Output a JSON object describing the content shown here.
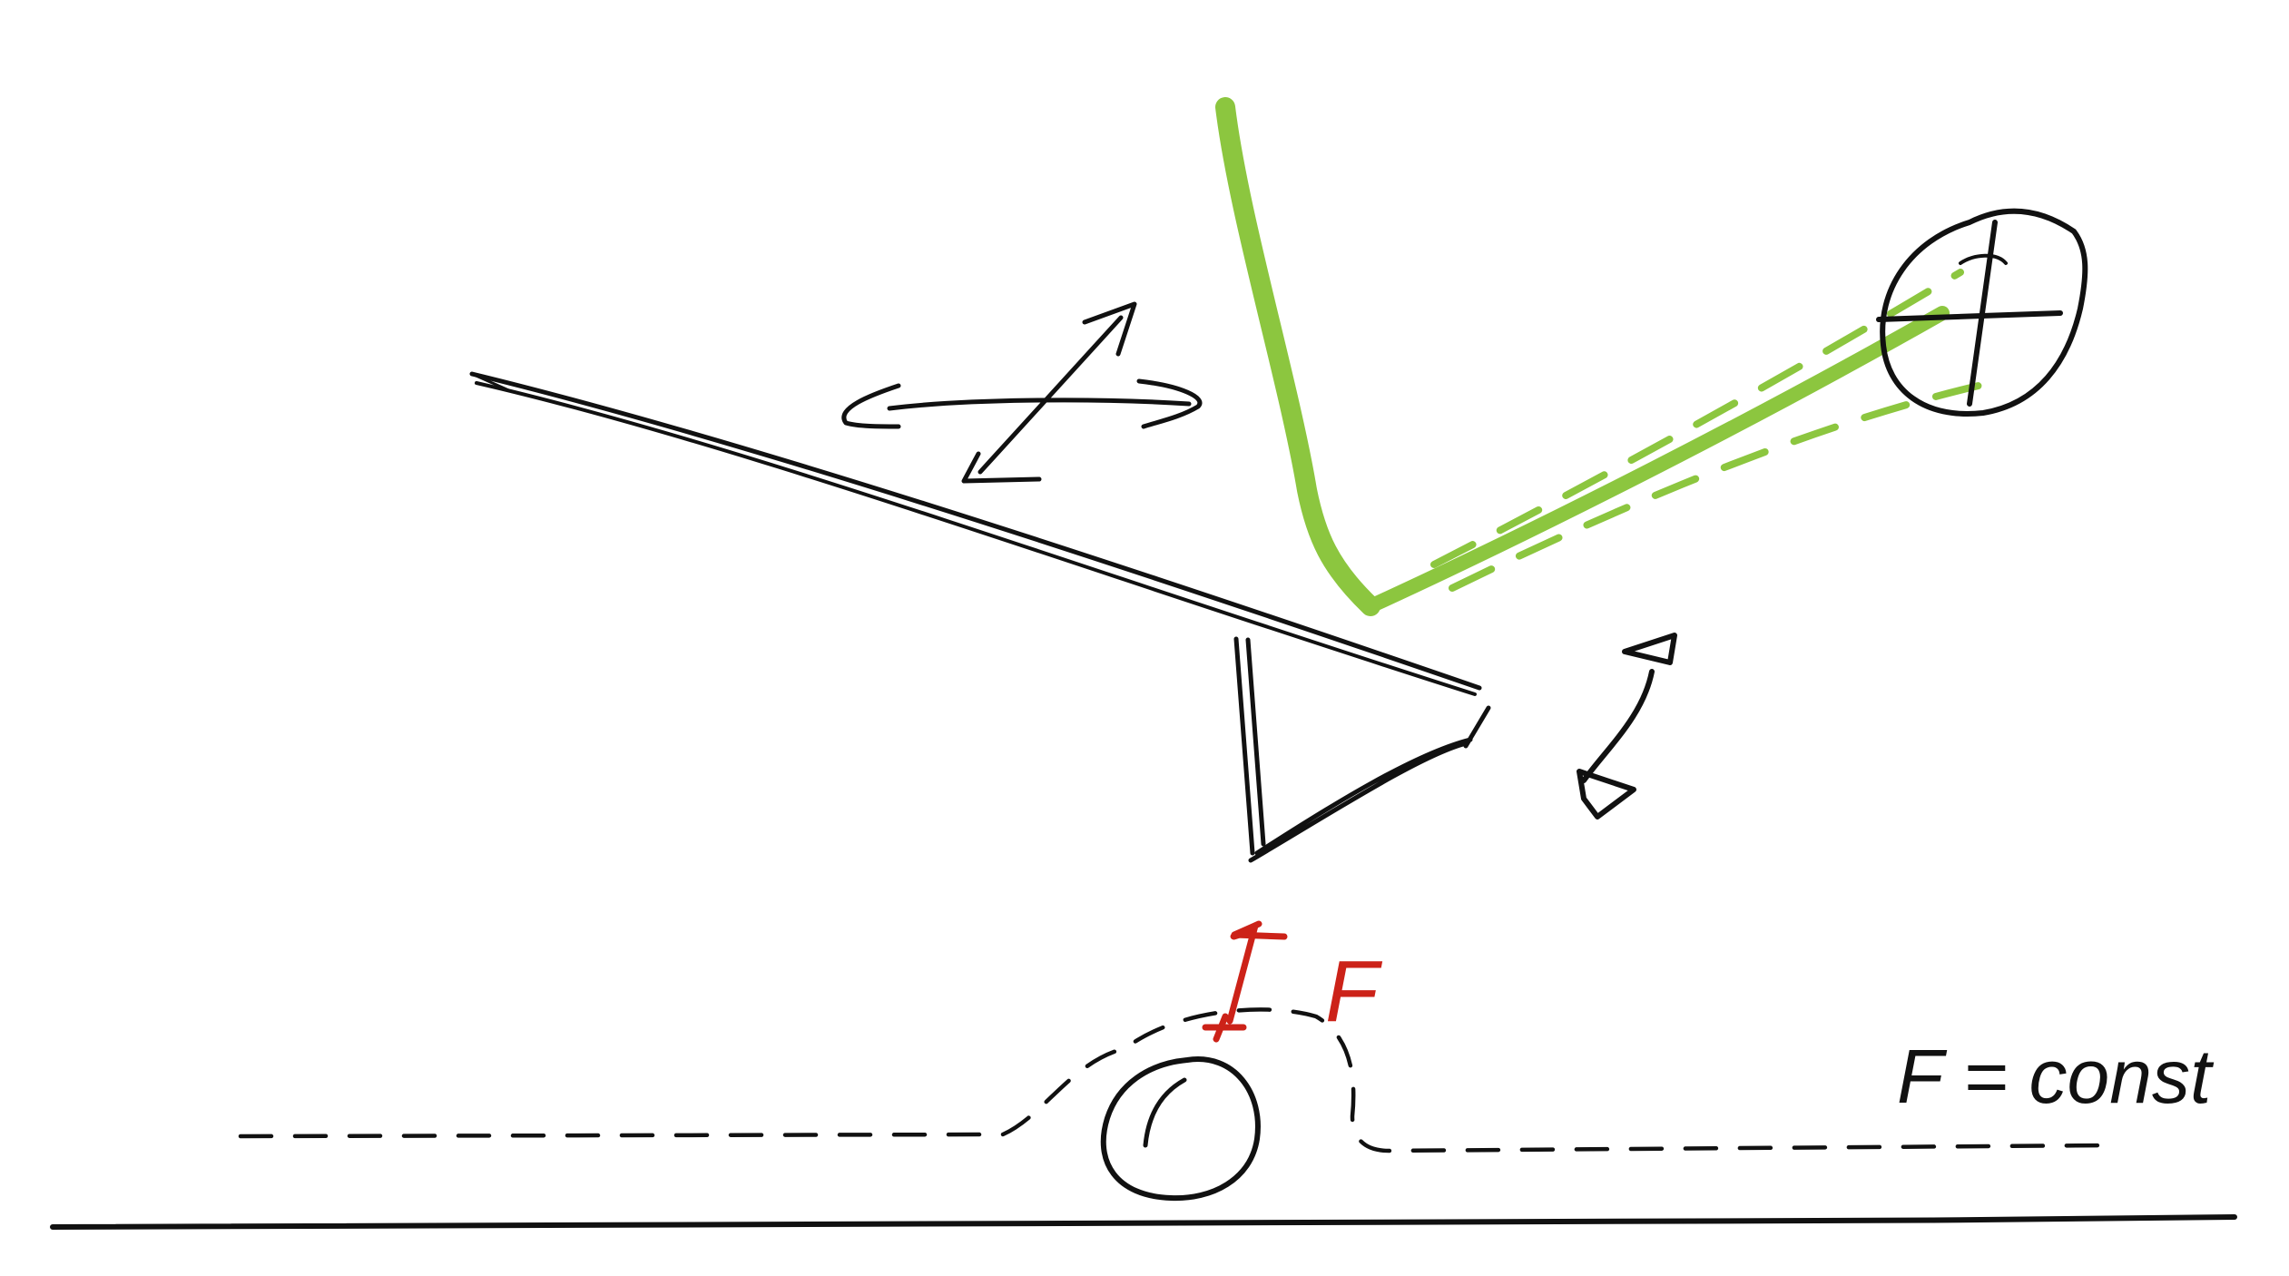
{
  "annotations": {
    "force_label": "F",
    "force_equation": "F = const"
  },
  "colors": {
    "ink": "#111111",
    "sensor_line": "#8cc63f",
    "force": "#cc2218",
    "background": "#ffffff"
  },
  "icons": [
    "lever-arm",
    "planar-motion-arrows",
    "rotation-arrow",
    "laser-beam",
    "sensor-target",
    "wheel",
    "ground-line",
    "surface-profile-path",
    "contact-force-arrow"
  ]
}
